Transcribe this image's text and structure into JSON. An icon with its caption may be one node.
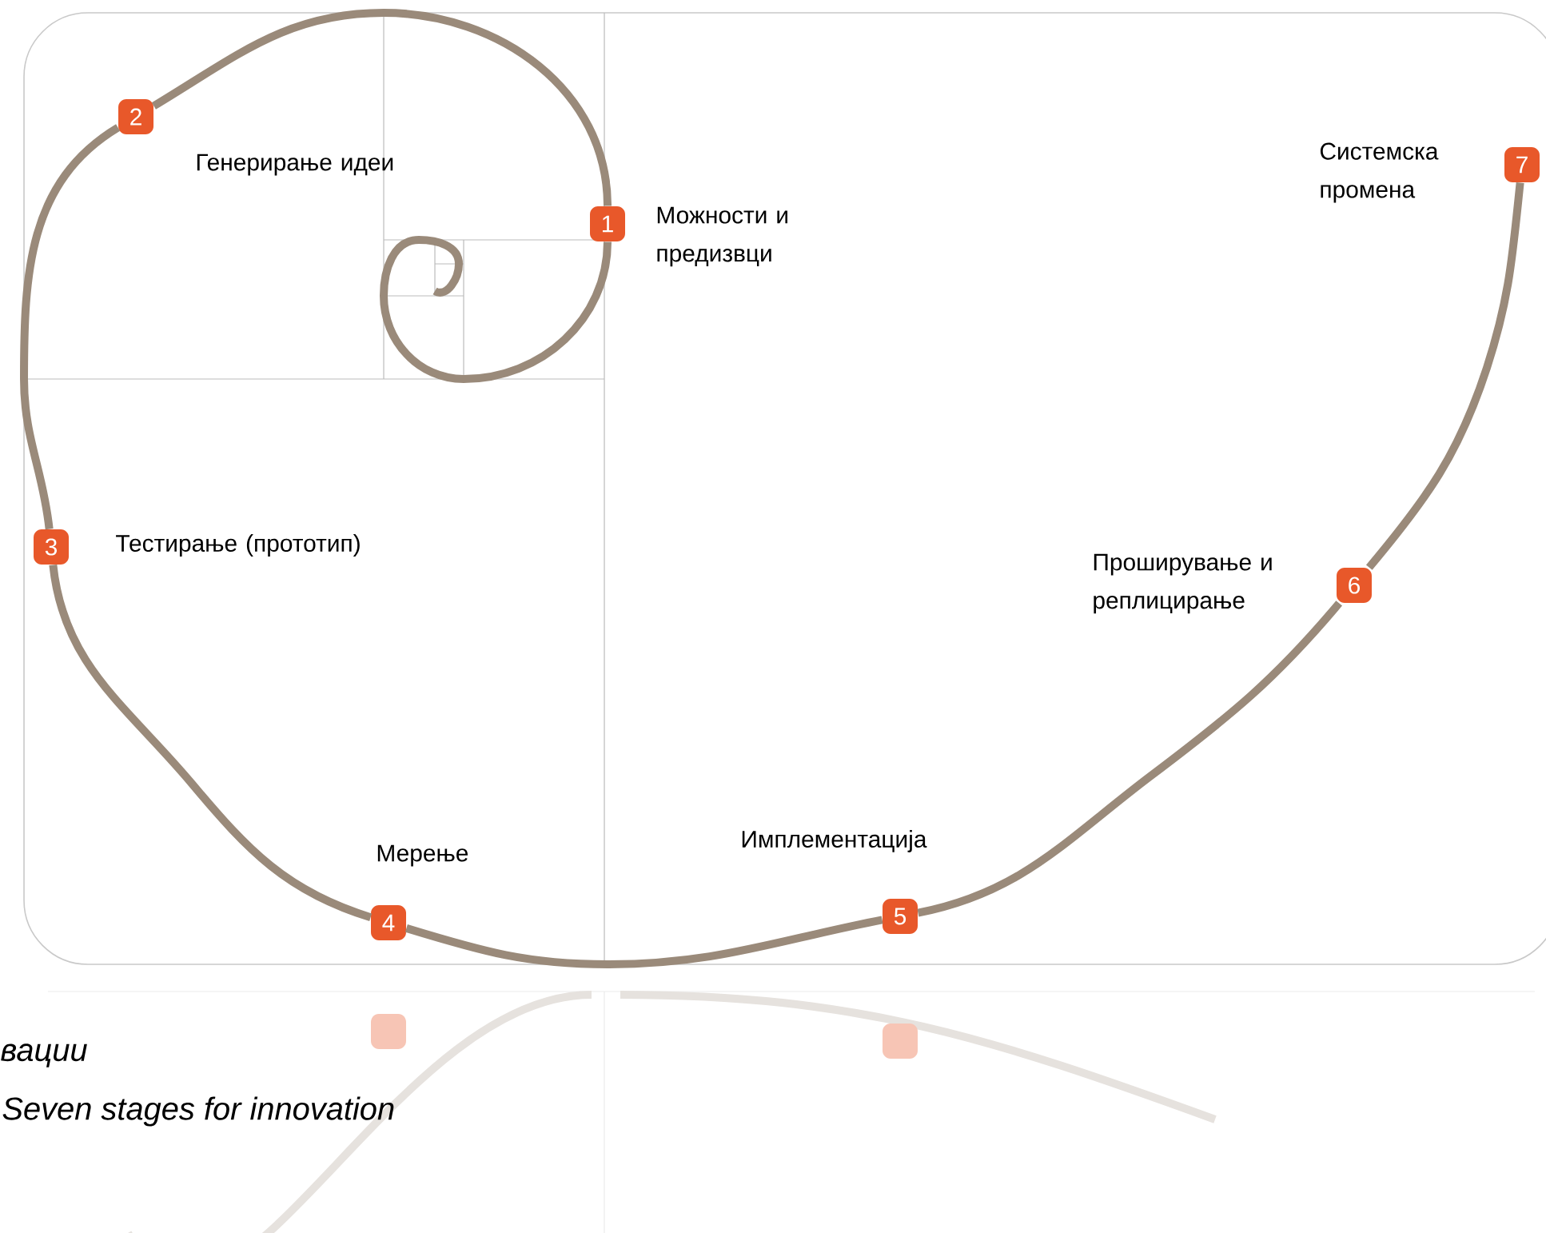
{
  "diagram": {
    "nodes": [
      {
        "text": [
          "1"
        ],
        "beside": [
          "Можности и предизвци"
        ]
      },
      {
        "text": [
          "2"
        ],
        "beside": [
          "Генерирање идеи"
        ]
      },
      {
        "text": [
          "3"
        ],
        "beside": [
          "Тестирање (прототип)"
        ]
      },
      {
        "text": [
          "4"
        ],
        "beside": [
          "Мерење"
        ]
      },
      {
        "text": [
          "5"
        ],
        "beside": [
          "Имплементација"
        ]
      },
      {
        "text": [
          "6"
        ],
        "beside": [
          "Проширување и реплицирање"
        ]
      },
      {
        "text": [
          "7"
        ],
        "beside": [
          "Системска промена"
        ]
      }
    ],
    "edges": [
      {
        "from": null,
        "to": 0,
        "arrow": "none"
      },
      {
        "from": 0,
        "to": 1,
        "arrow": "none"
      },
      {
        "from": 1,
        "to": 2,
        "arrow": "none"
      },
      {
        "from": 2,
        "to": 3,
        "arrow": "none"
      },
      {
        "from": 3,
        "to": 4,
        "arrow": "none"
      },
      {
        "from": 4,
        "to": 5,
        "arrow": "none"
      },
      {
        "from": 5,
        "to": 6,
        "arrow": "none"
      }
    ],
    "labels": [
      "вации",
      "Seven stages for innovation"
    ]
  }
}
